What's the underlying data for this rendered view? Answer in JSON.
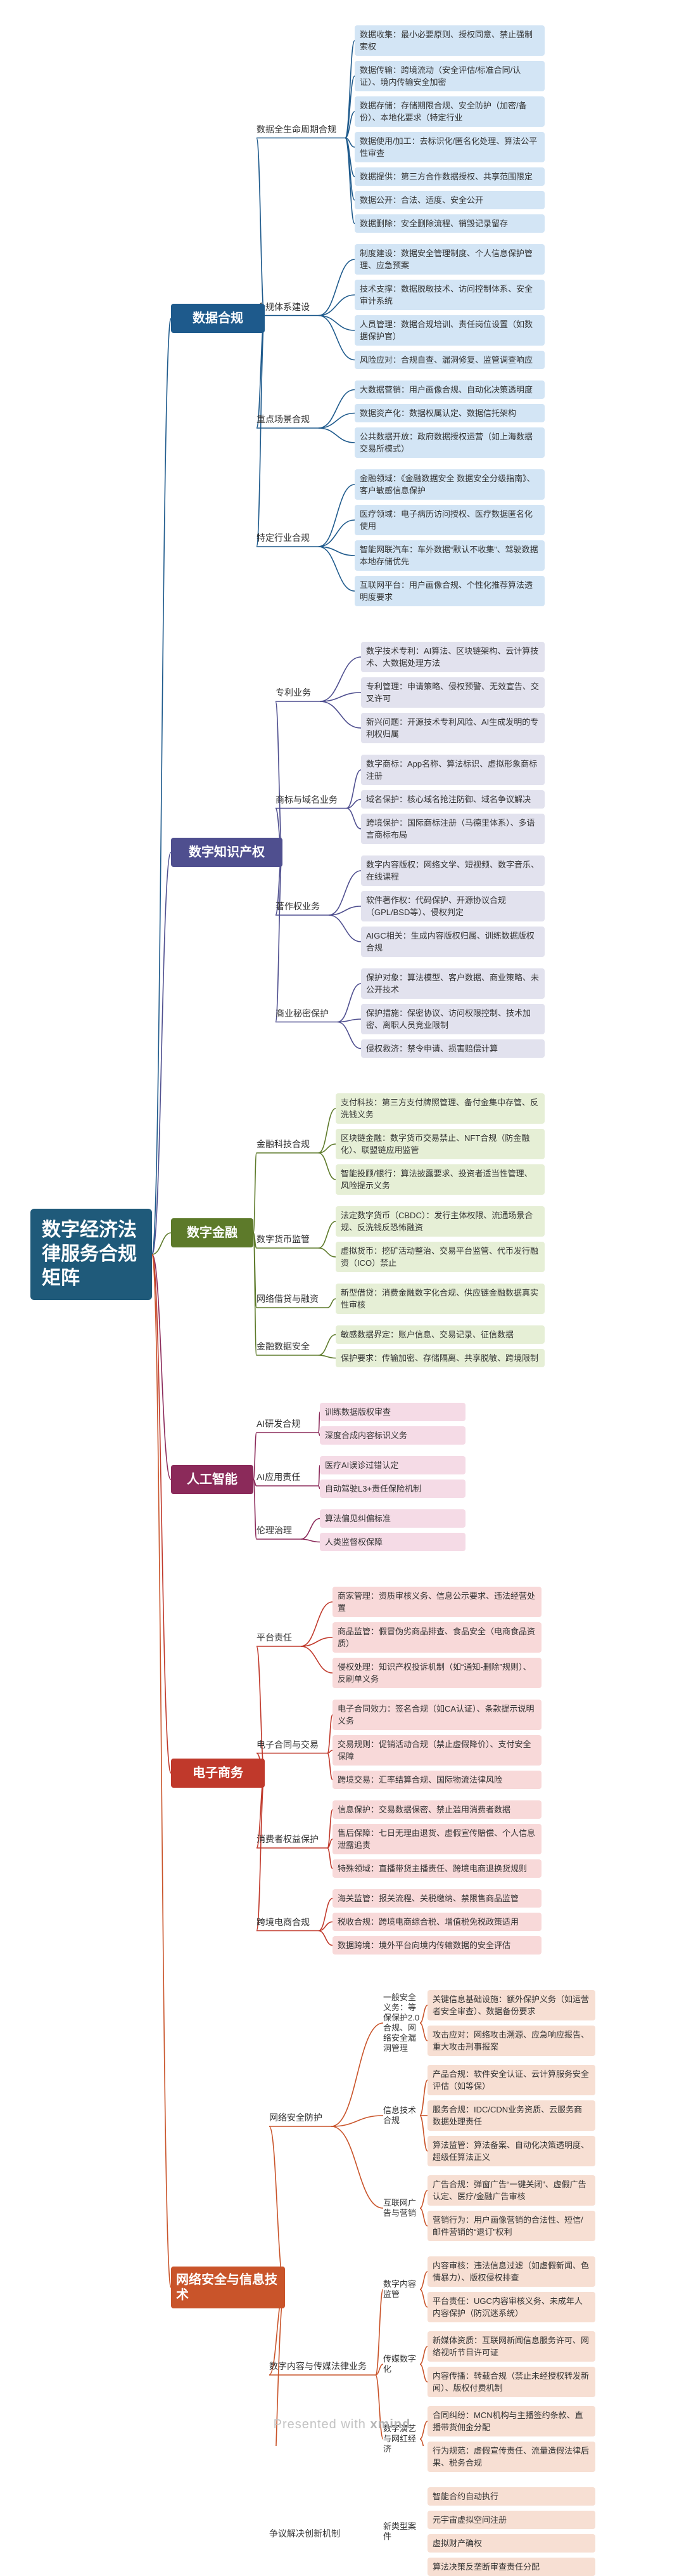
{
  "root": {
    "label": "数字经济法律服务合规矩阵"
  },
  "branches": [
    {
      "label": "数据合规",
      "color": "#1e5a8c",
      "leaf_bg": "#d3e5f5",
      "children": [
        {
          "label": "数据全生命周期合规",
          "children": [
            "数据收集：最小必要原则、授权同意、禁止强制索权",
            "数据传输：跨境流动（安全评估/标准合同/认证）、境内传输安全加密",
            "数据存储：存储期限合规、安全防护（加密/备份）、本地化要求（特定行业",
            "数据使用/加工：去标识化/匿名化处理、算法公平性审查",
            "数据提供：第三方合作数据授权、共享范围限定",
            "数据公开：合法、适度、安全公开",
            "数据删除：安全删除流程、销毁记录留存"
          ]
        },
        {
          "label": "合规体系建设",
          "children": [
            "制度建设：数据安全管理制度、个人信息保护管理、应急预案",
            "技术支撑：数据脱敏技术、访问控制体系、安全审计系统",
            "人员管理：数据合规培训、责任岗位设置（如数据保护官）",
            "风险应对：合规自查、漏洞修复、监管调查响应"
          ]
        },
        {
          "label": "重点场景合规",
          "children": [
            "大数据营销：用户画像合规、自动化决策透明度",
            "数据资产化：数据权属认定、数据信托架构",
            "公共数据开放：政府数据授权运营（如上海数据交易所模式）"
          ]
        },
        {
          "label": "特定行业合规",
          "children": [
            "金融领域：《金融数据安全 数据安全分级指南》、客户敏感信息保护",
            "医疗领域：电子病历访问授权、医疗数据匿名化使用",
            "智能网联汽车：车外数据“默认不收集”、驾驶数据本地存储优先",
            "互联网平台：用户画像合规、个性化推荐算法透明度要求"
          ]
        }
      ]
    },
    {
      "label": "数字知识产权",
      "color": "#4f4f8f",
      "leaf_bg": "#e2e2ee",
      "children": [
        {
          "label": "专利业务",
          "children": [
            "数字技术专利：AI算法、区块链架构、云计算技术、大数据处理方法",
            "专利管理：申请策略、侵权预警、无效宣告、交叉许可",
            "新兴问题：开源技术专利风险、AI生成发明的专利权归属"
          ]
        },
        {
          "label": "商标与域名业务",
          "children": [
            "数字商标：App名称、算法标识、虚拟形象商标注册",
            "域名保护：核心域名抢注防御、域名争议解决",
            "跨境保护：国际商标注册（马德里体系）、多语言商标布局"
          ]
        },
        {
          "label": "著作权业务",
          "children": [
            "数字内容版权：网络文学、短视频、数字音乐、在线课程",
            "软件著作权：代码保护、开源协议合规（GPL/BSD等）、侵权判定",
            "AIGC相关：生成内容版权归属、训练数据版权合规"
          ]
        },
        {
          "label": "商业秘密保护",
          "children": [
            "保护对象：算法模型、客户数据、商业策略、未公开技术",
            "保护措施：保密协议、访问权限控制、技术加密、离职人员竞业限制",
            "侵权救济：禁令申请、损害赔偿计算"
          ]
        }
      ]
    },
    {
      "label": "数字金融",
      "color": "#5d7a2a",
      "leaf_bg": "#e6efd6",
      "children": [
        {
          "label": "金融科技合规",
          "children": [
            "支付科技：第三方支付牌照管理、备付金集中存管、反洗钱义务",
            "区块链金融：数字货币交易禁止、NFT合规（防金融化）、联盟链应用监管",
            "智能投顾/银行：算法披露要求、投资者适当性管理、风险提示义务"
          ]
        },
        {
          "label": "数字货币监管",
          "children": [
            "法定数字货币（CBDC）：发行主体权限、流通场景合规、反洗钱反恐怖融资",
            "虚拟货币：挖矿活动整治、交易平台监管、代币发行融资（ICO）禁止"
          ]
        },
        {
          "label": "网络借贷与融资",
          "children": [
            "新型借贷：消费金融数字化合规、供应链金融数据真实性审核"
          ]
        },
        {
          "label": "金融数据安全",
          "children": [
            "敏感数据界定：账户信息、交易记录、征信数据",
            "保护要求：传输加密、存储隔离、共享脱敏、跨境限制"
          ]
        }
      ]
    },
    {
      "label": "人工智能",
      "color": "#8b2a5a",
      "leaf_bg": "#f5dbe6",
      "children": [
        {
          "label": "AI研发合规",
          "children": [
            "训练数据版权审查",
            "深度合成内容标识义务"
          ]
        },
        {
          "label": "AI应用责任",
          "children": [
            "医疗AI误诊过错认定",
            "自动驾驶L3+责任保险机制"
          ]
        },
        {
          "label": "伦理治理",
          "children": [
            "算法偏见纠偏标准",
            "人类监督权保障"
          ]
        }
      ]
    },
    {
      "label": "电子商务",
      "color": "#c0392b",
      "leaf_bg": "#f8d9d9",
      "children": [
        {
          "label": "平台责任",
          "children": [
            "商家管理：资质审核义务、信息公示要求、违法经营处置",
            "商品监管：假冒伪劣商品排查、食品安全（电商食品资质）",
            "侵权处理：知识产权投诉机制（如“通知-删除”规则）、反刷单义务"
          ]
        },
        {
          "label": "电子合同与交易",
          "children": [
            "电子合同效力：签名合规（如CA认证）、条款提示说明义务",
            "交易规则：促销活动合规（禁止虚假降价）、支付安全保障",
            "跨境交易：汇率结算合规、国际物流法律风险"
          ]
        },
        {
          "label": "消费者权益保护",
          "children": [
            "信息保护：交易数据保密、禁止滥用消费者数据",
            "售后保障：七日无理由退货、虚假宣传赔偿、个人信息泄露追责",
            "特殊领域：直播带货主播责任、跨境电商退换货规则"
          ]
        },
        {
          "label": "跨境电商合规",
          "children": [
            "海关监管：报关流程、关税缴纳、禁限售商品监管",
            "税收合规：跨境电商综合税、增值税免税政策适用",
            "数据跨境：境外平台向境内传输数据的安全评估"
          ]
        }
      ]
    },
    {
      "label": "网络安全与信息技术",
      "color": "#c9542a",
      "leaf_bg": "#f7dfd3",
      "children": [
        {
          "label": "网络安全防护",
          "children": [
            {
              "label": "一般安全义务：等保保护2.0合规、网络安全漏洞管理",
              "children": [
                "关键信息基础设施：额外保护义务（如运营者安全审查）、数据备份要求",
                "攻击应对：网络攻击溯源、应急响应报告、重大攻击刑事报案"
              ]
            },
            {
              "label": "信息技术合规",
              "children": [
                "产品合规：软件安全认证、云计算服务安全评估（如等保）",
                "服务合规：IDC/CDN业务资质、云服务商数据处理责任",
                "算法监管：算法备案、自动化决策透明度、超级任算法正义"
              ]
            },
            {
              "label": "互联网广告与营销",
              "children": [
                "广告合规：弹窗广告“一键关闭”、虚假广告认定、医疗/金融广告审核",
                "营销行为：用户画像营销的合法性、短信/邮件营销的“退订”权利"
              ]
            }
          ]
        },
        {
          "label": "数字内容与传媒法律业务",
          "children": [
            {
              "label": "数字内容监管",
              "children": [
                "内容审核：违法信息过滤（如虚假新闻、色情暴力）、版权侵权排查",
                "平台责任：UGC内容审核义务、未成年人内容保护（防沉迷系统）"
              ]
            },
            {
              "label": "传媒数字化",
              "children": [
                "新媒体资质：互联网新闻信息服务许可、网络视听节目许可证",
                "内容传播：转载合规（禁止未经授权转发新闻）、版权付费机制"
              ]
            },
            {
              "label": "数字演艺与网红经济",
              "children": [
                "合同纠纷：MCN机构与主播签约条款、直播带货佣金分配",
                "行为规范：虚假宣传责任、流量造假法律后果、税务合规"
              ]
            }
          ]
        },
        {
          "label": "争议解决创新机制",
          "children": [
            {
              "label": "新类型案件",
              "children": [
                "智能合约自动执行",
                "元宇宙虚拟空间注册",
                "虚拟财产确权",
                "算法决策反垄断审查责任分配"
              ]
            }
          ]
        }
      ]
    }
  ],
  "footer": {
    "prefix": "Presented with",
    "brand": "xmind"
  }
}
